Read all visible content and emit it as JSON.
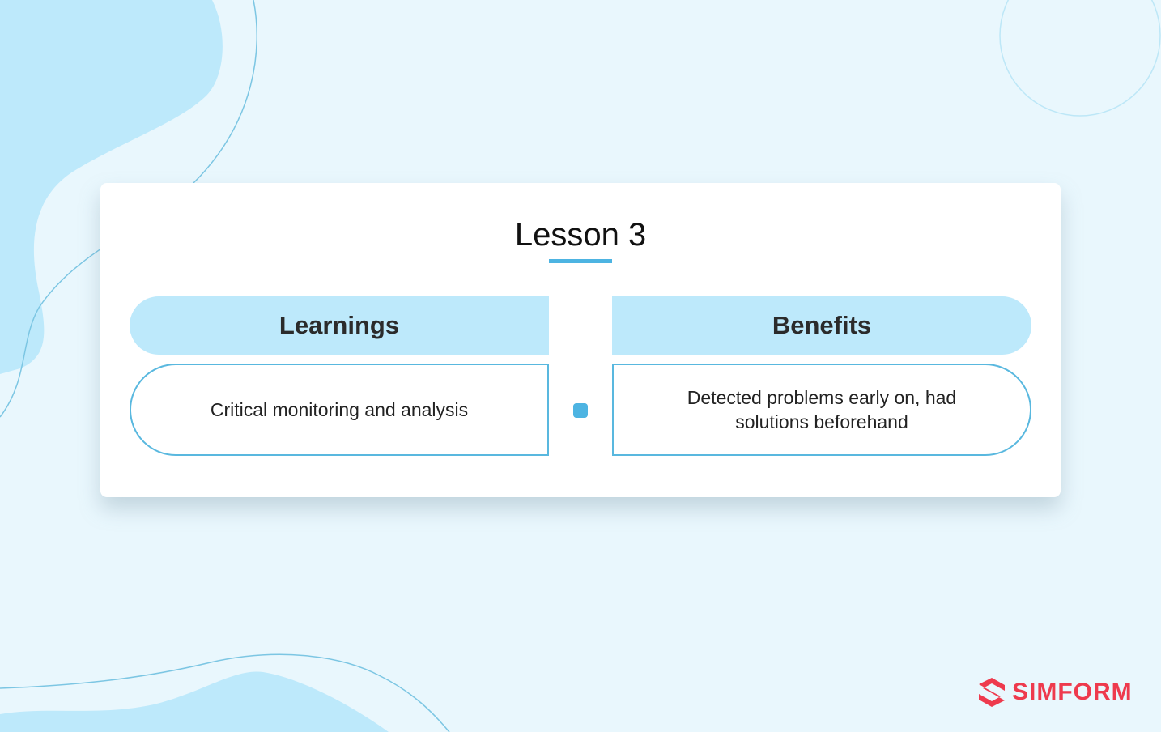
{
  "title": "Lesson 3",
  "columns": {
    "left": {
      "header": "Learnings",
      "content": "Critical monitoring and analysis"
    },
    "right": {
      "header": "Benefits",
      "content": "Detected problems early on, had solutions beforehand"
    }
  },
  "brand": {
    "name": "SIMFORM",
    "icon": "simform-logo-icon",
    "color": "#ee3a4d"
  },
  "colors": {
    "background": "#e9f7fd",
    "header_fill": "#bde9fb",
    "accent": "#4db4e2",
    "box_border": "#59b8df"
  }
}
